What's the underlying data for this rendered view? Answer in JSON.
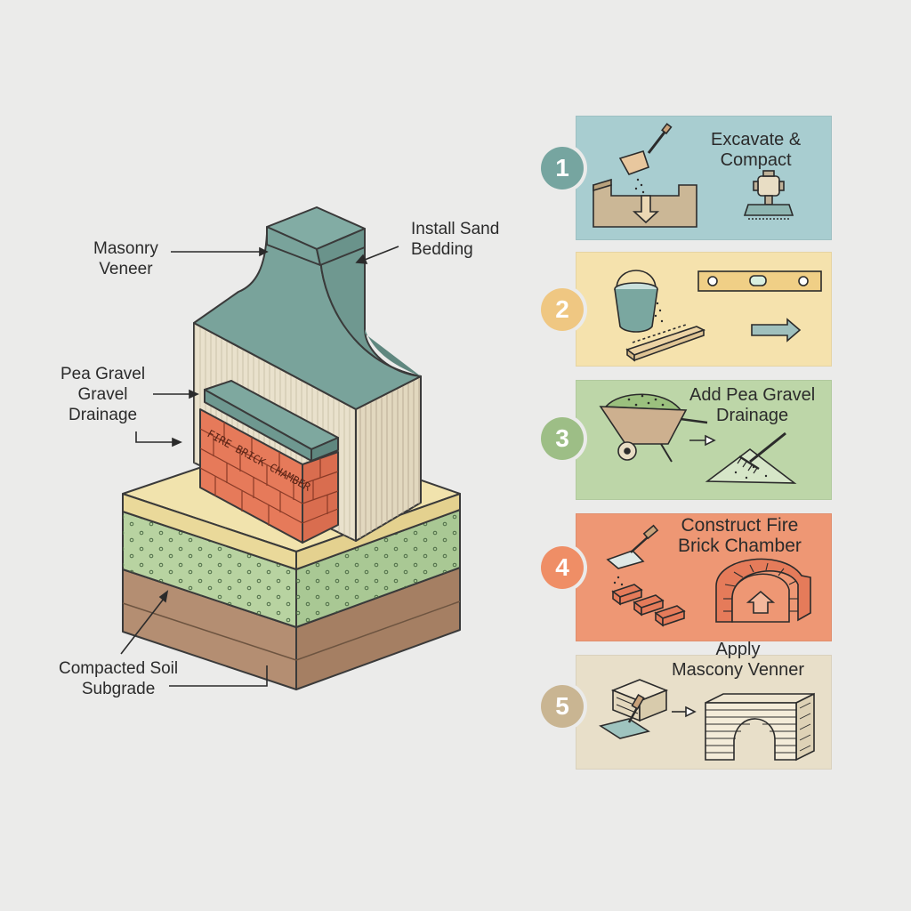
{
  "diagram": {
    "callouts": {
      "masonry_veneer": [
        "Masonry",
        "Veneer"
      ],
      "sand_bedding": [
        "Install Sand",
        "Bedding"
      ],
      "pea_gravel": [
        "Pea Gravel",
        "Gravel",
        "Drainage"
      ],
      "soil": [
        "Compacted Soil",
        "Subgrade"
      ],
      "chamber_label": "FIRE BRICK CHAMBER"
    },
    "colors": {
      "veneer": "#79a39b",
      "cream_wall": "#e9e1cc",
      "sand": "#f1e3ad",
      "gravel": "#b8d3a1",
      "soil": "#b48e72",
      "brick": "#e67a5a"
    }
  },
  "steps": [
    {
      "number": "1",
      "title": [
        "Excavate &",
        "Compact"
      ],
      "bg": "#a8cdd0",
      "badge": "#76a5a0",
      "icons": [
        "shovel-icon",
        "trench-icon",
        "plate-compactor-icon"
      ]
    },
    {
      "number": "2",
      "title": [],
      "bg": "#f5e2ad",
      "badge": "#efc782",
      "icons": [
        "bucket-icon",
        "level-icon",
        "screed-board-icon",
        "arrow-right-icon"
      ]
    },
    {
      "number": "3",
      "title": [
        "Add Pea Gravel",
        "Drainage"
      ],
      "bg": "#bdd6a8",
      "badge": "#9dbe86",
      "icons": [
        "wheelbarrow-icon",
        "arrow-right-icon",
        "rake-icon"
      ]
    },
    {
      "number": "4",
      "title": [
        "Construct Fire",
        "Brick Chamber"
      ],
      "bg": "#ee9774",
      "badge": "#ef8e66",
      "icons": [
        "trowel-icon",
        "bricks-icon",
        "brick-arch-icon"
      ]
    },
    {
      "number": "5",
      "title": [
        "Apply",
        "Mascony Venner"
      ],
      "bg": "#e8dfc9",
      "badge": "#c9b592",
      "icons": [
        "block-icon",
        "trowel-icon",
        "arrow-right-icon",
        "veneer-arch-icon"
      ]
    }
  ]
}
